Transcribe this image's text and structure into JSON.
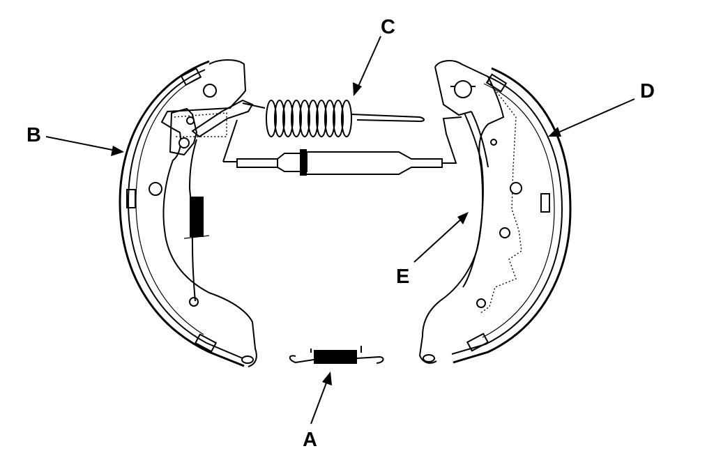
{
  "labels": {
    "a": "A",
    "b": "B",
    "c": "C",
    "d": "D",
    "e": "E"
  },
  "colors": {
    "ink": "#000000",
    "background": "#ffffff"
  }
}
